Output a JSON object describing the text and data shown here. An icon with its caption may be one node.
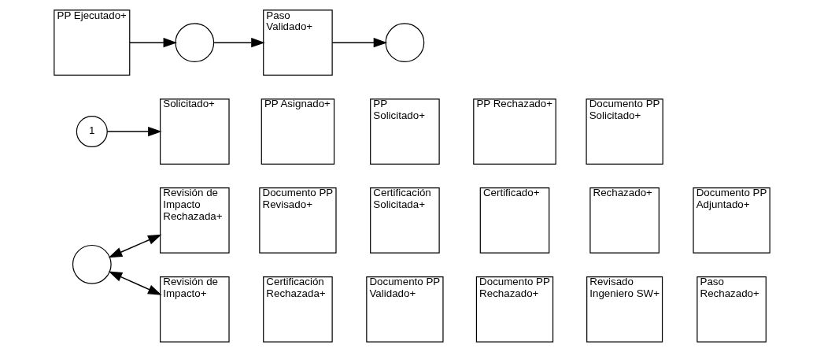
{
  "diagram": {
    "nodes": [
      {
        "text": [],
        "shape": "circle"
      },
      {
        "text": [
          "Revisión de Impacto Rechazada+"
        ]
      },
      {
        "text": [
          "Documento PP Revisado+"
        ]
      },
      {
        "text": [
          "Certificación Solicitada+"
        ]
      },
      {
        "text": [
          "Certificado+"
        ]
      },
      {
        "text": [
          "Rechazado+"
        ]
      },
      {
        "text": [
          "Documento PP Adjuntado+"
        ]
      },
      {
        "text": [
          "Revisión de Impacto+"
        ]
      },
      {
        "text": [
          "Certificación Rechazada+"
        ]
      },
      {
        "text": [
          "Documento PP Validado+"
        ]
      },
      {
        "text": [
          "Documento PP Rechazado+"
        ]
      },
      {
        "text": [
          "Revisado Ingeniero SW+"
        ]
      },
      {
        "text": [
          "Paso Rechazado+"
        ]
      },
      {
        "text": [
          "1"
        ]
      },
      {
        "text": [
          "Solicitado+"
        ]
      },
      {
        "text": [
          "PP Asignado+"
        ]
      },
      {
        "text": [
          "PP Solicitado+"
        ]
      },
      {
        "text": [
          "PP Rechazado+"
        ]
      },
      {
        "text": [
          "Documento PP Solicitado+"
        ]
      },
      {
        "text": [
          "PP Ejecutado+"
        ]
      },
      {
        "text": [],
        "shape": "circle"
      },
      {
        "text": [
          "Paso Validado+"
        ]
      },
      {
        "text": [],
        "shape": "circle"
      }
    ],
    "edges": [
      {
        "from": 0,
        "to": 1,
        "arrow": "both"
      },
      {
        "from": 0,
        "to": 7,
        "arrow": "both"
      },
      {
        "from": 13,
        "to": 14,
        "arrow": "to"
      },
      {
        "from": 19,
        "to": 20,
        "arrow": "to"
      },
      {
        "from": 20,
        "to": 21,
        "arrow": "to"
      },
      {
        "from": 21,
        "to": 22,
        "arrow": "to"
      }
    ]
  }
}
